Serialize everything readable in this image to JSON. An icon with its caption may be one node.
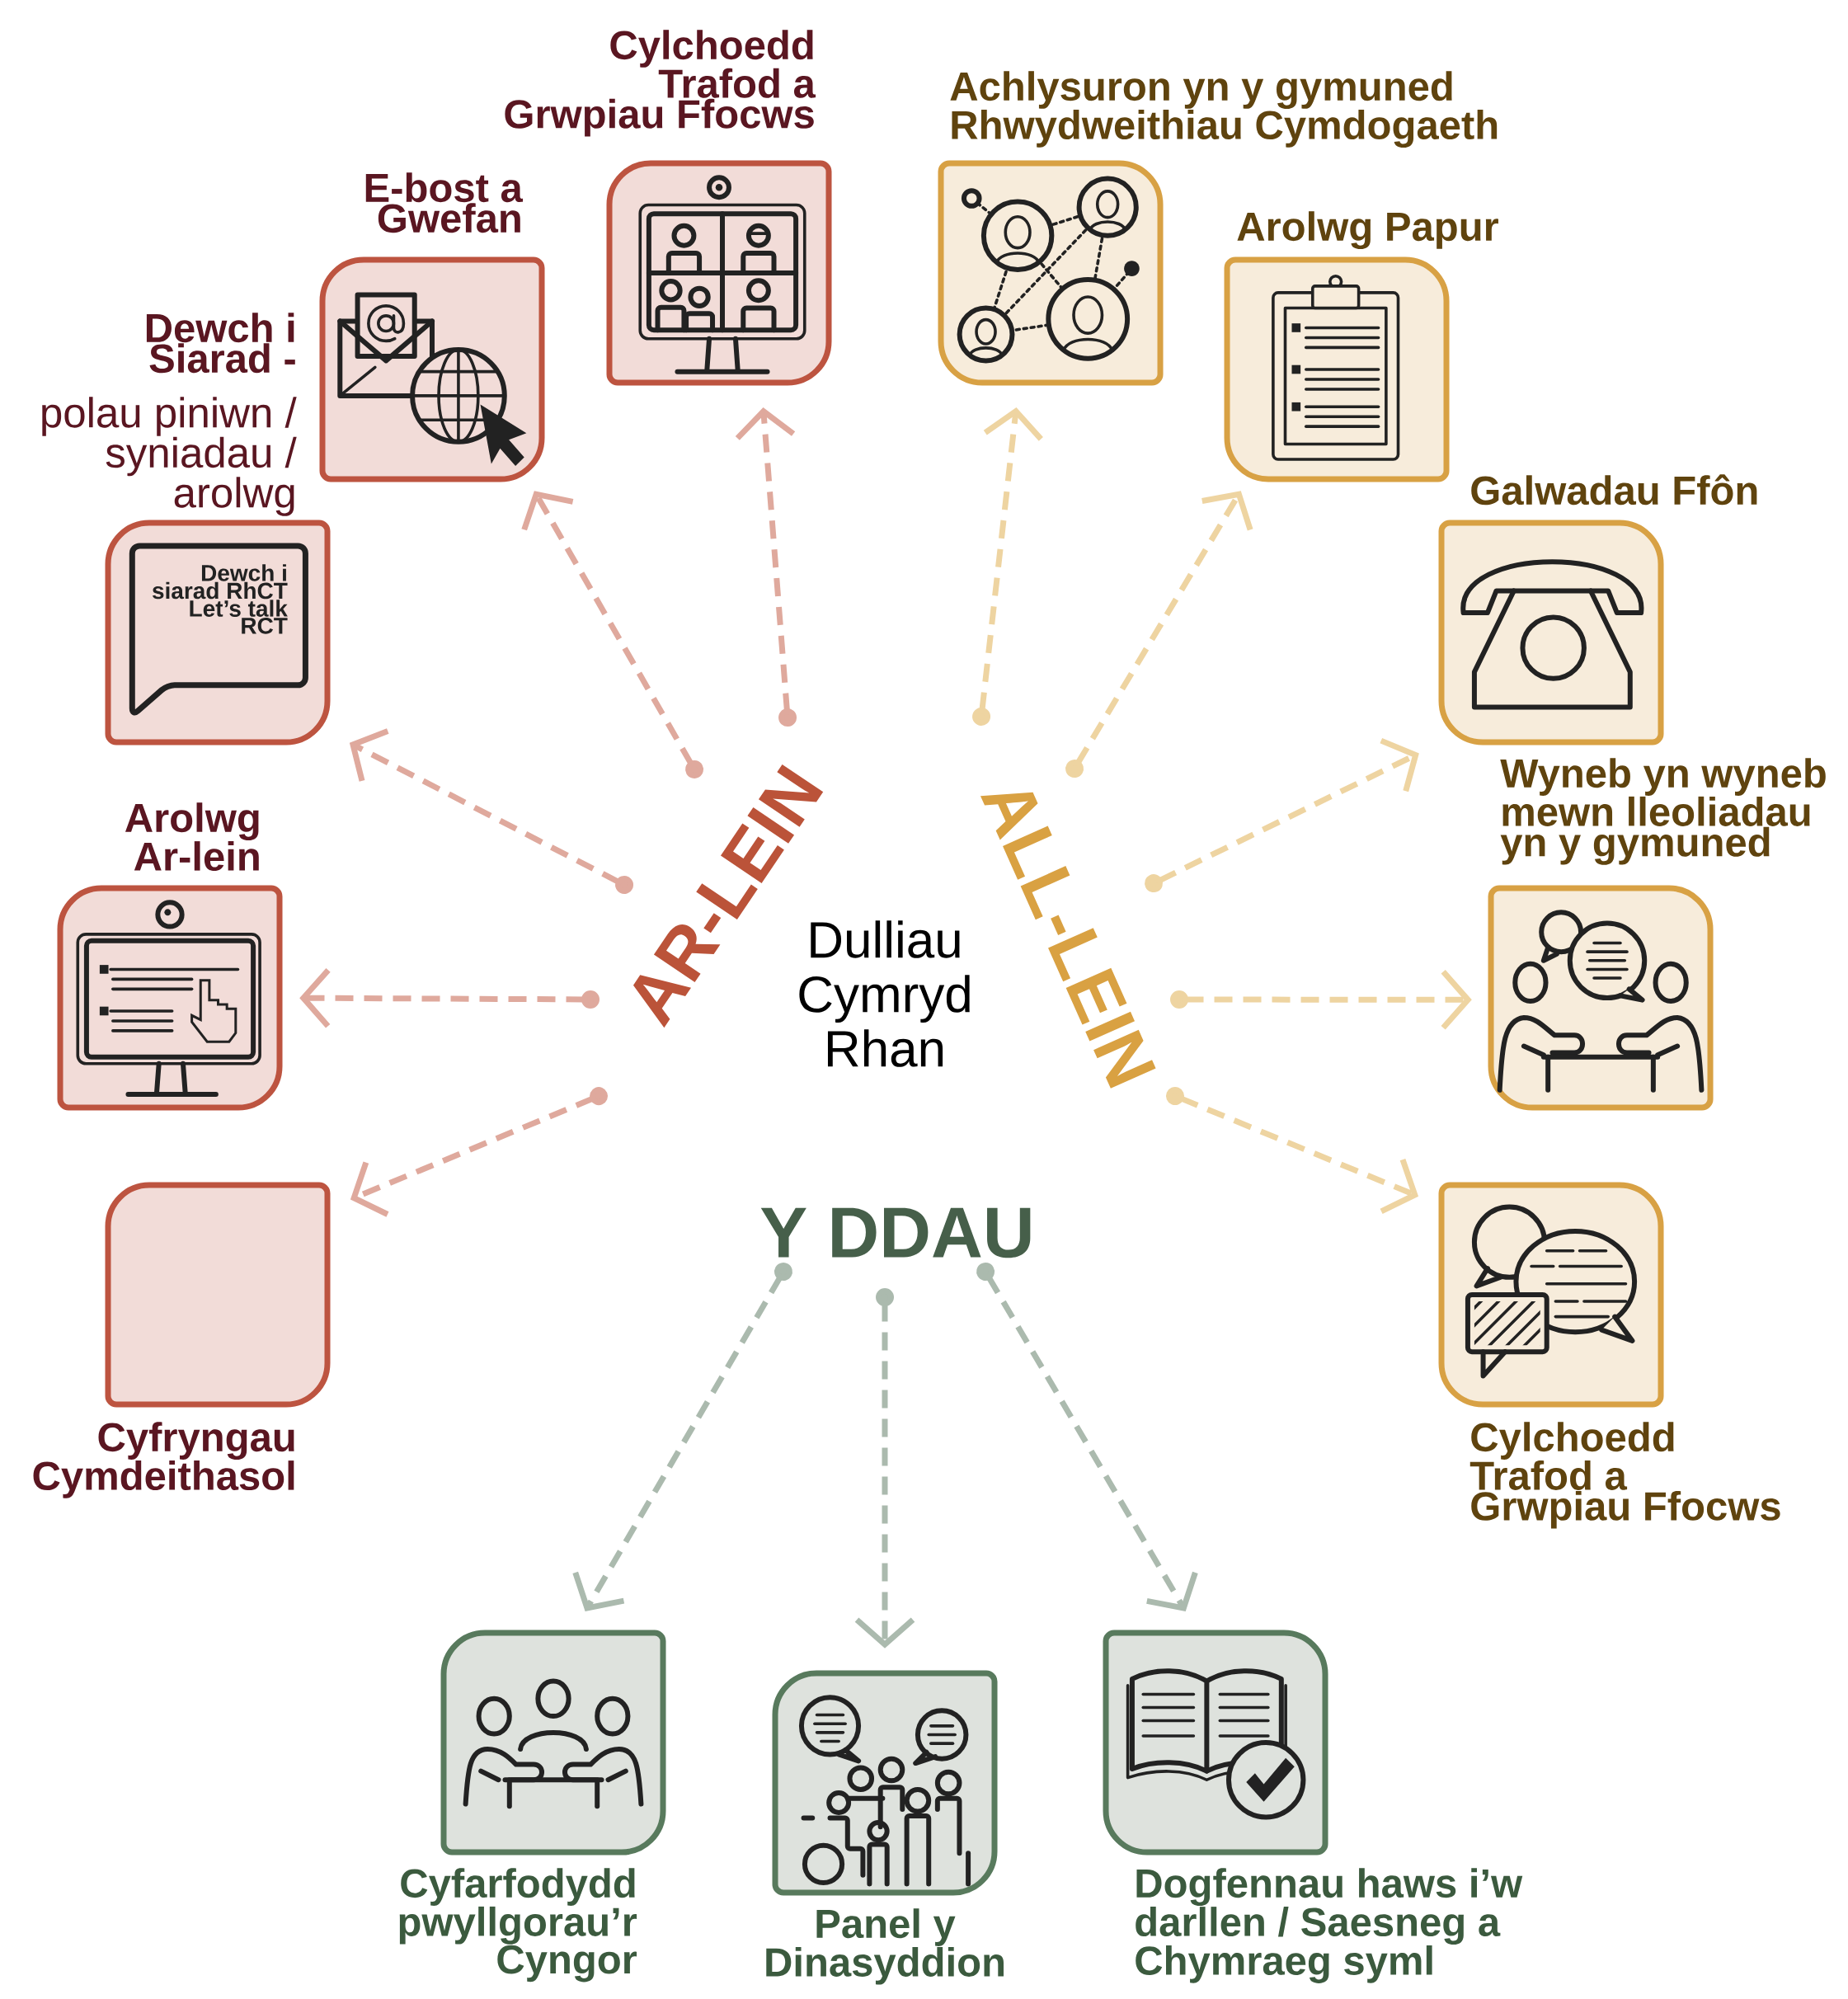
{
  "diagram": {
    "nodes": [
      {
        "text": [
          "Cylchoedd Trafod a Grwpiau Ffocws"
        ]
      },
      {
        "text": [
          "Achlysuron yn y gymuned Rhwydweithiau Cymdogaeth"
        ]
      },
      {
        "text": [
          "E-bost a Gwefan"
        ]
      },
      {
        "text": [
          "Arolwg Papur"
        ]
      },
      {
        "text": [
          "Dewch i Siarad -",
          "polau piniwn / syniadau / arolwg"
        ]
      },
      {
        "text": [
          "Dewch i siarad RhCT Let’s talk RCT"
        ],
        "in": 4
      },
      {
        "text": [
          "Galwadau Ffôn"
        ]
      },
      {
        "text": [
          "AR-LEIN"
        ]
      },
      {
        "text": [
          "ALL-LEIN"
        ]
      },
      {
        "text": [
          "Arolwg Ar-lein"
        ]
      },
      {
        "text": [
          "Wyneb yn wyneb mewn lleoliadau yn y gymuned"
        ]
      },
      {
        "text": [
          "Cyfryngau Cymdeithasol"
        ]
      },
      {
        "text": [
          "Cylchoedd Trafod a Grwpiau Ffocws"
        ]
      },
      {
        "text": [
          "Y DDAU"
        ]
      },
      {
        "text": [
          "Cyfarfodydd pwyllgorau’r Cyngor"
        ]
      },
      {
        "text": [
          "Panel y Dinasyddion"
        ]
      },
      {
        "text": [
          "Dogfennau haws i’w darllen / Saesneg a Chymraeg syml"
        ]
      }
    ],
    "edges": [
      {
        "from": 7,
        "to": 0,
        "arrow": "to",
        "style": "dashed",
        "color": "#dfa99d"
      },
      {
        "from": 8,
        "to": 1,
        "arrow": "to",
        "style": "dashed",
        "color": "#eed4a1"
      },
      {
        "from": 7,
        "to": 2,
        "arrow": "to",
        "style": "dashed",
        "color": "#dfa99d"
      },
      {
        "from": 8,
        "to": 3,
        "arrow": "to",
        "style": "dashed",
        "color": "#eed4a1"
      },
      {
        "from": 7,
        "to": 4,
        "arrow": "to",
        "style": "dashed",
        "color": "#dfa99d"
      },
      {
        "from": 8,
        "to": 6,
        "arrow": "to",
        "style": "dashed",
        "color": "#eed4a1"
      },
      {
        "from": 7,
        "to": 9,
        "arrow": "to",
        "style": "dashed",
        "color": "#dfa99d"
      },
      {
        "from": 8,
        "to": 10,
        "arrow": "to",
        "style": "dashed",
        "color": "#eed4a1"
      },
      {
        "from": 7,
        "to": 11,
        "arrow": "to",
        "style": "dashed",
        "color": "#dfa99d"
      },
      {
        "from": 8,
        "to": 12,
        "arrow": "to",
        "style": "dashed",
        "color": "#eed4a1"
      },
      {
        "from": 13,
        "to": 14,
        "arrow": "to",
        "style": "dashed",
        "color": "#abbaae"
      },
      {
        "from": 13,
        "to": 15,
        "arrow": "to",
        "style": "dashed",
        "color": "#abbaae"
      },
      {
        "from": 13,
        "to": 16,
        "arrow": "to",
        "style": "dashed",
        "color": "#abbaae"
      }
    ],
    "labels": [
      "Dulliau Cymryd Rhan"
    ]
  }
}
